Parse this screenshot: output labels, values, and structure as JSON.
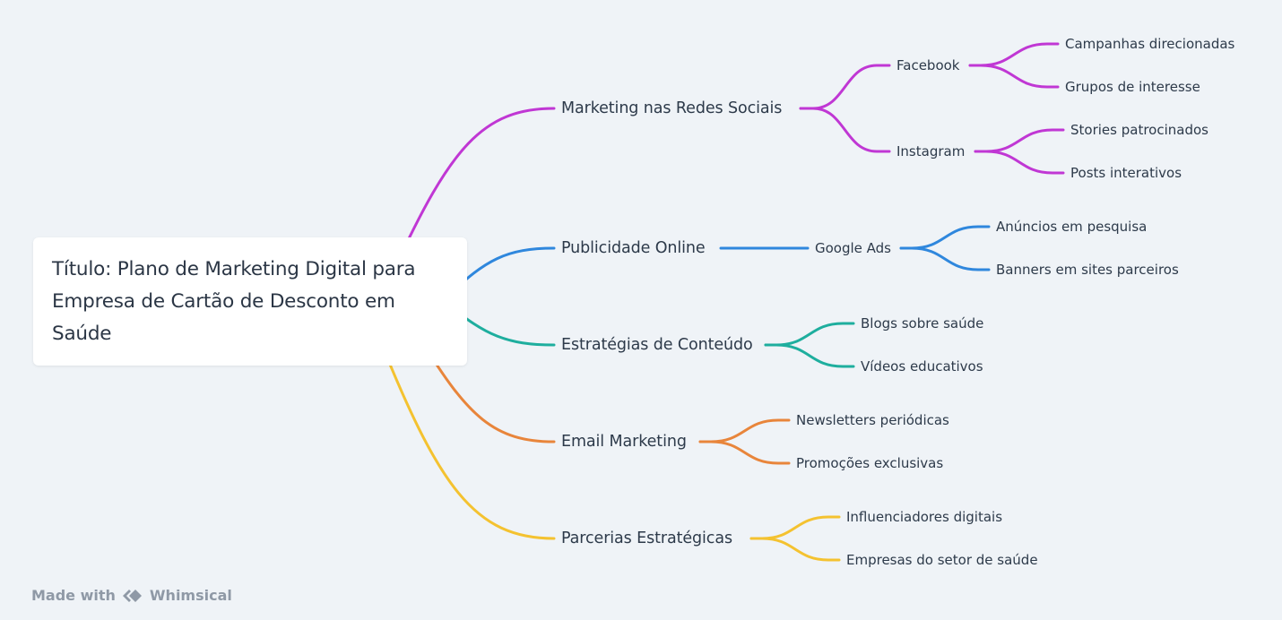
{
  "root": {
    "title": "Título: Plano de Marketing Digital para Empresa de Cartão de Desconto em Saúde"
  },
  "colors": {
    "social": "#c037d4",
    "online": "#2f87dd",
    "content": "#1eae9e",
    "email": "#e8853b",
    "partners": "#f4c230"
  },
  "branches": {
    "social": {
      "label": "Marketing nas Redes Sociais",
      "facebook": {
        "label": "Facebook",
        "items": [
          "Campanhas direcionadas",
          "Grupos de interesse"
        ]
      },
      "instagram": {
        "label": "Instagram",
        "items": [
          "Stories patrocinados",
          "Posts interativos"
        ]
      }
    },
    "online": {
      "label": "Publicidade Online",
      "google": {
        "label": "Google Ads",
        "items": [
          "Anúncios em pesquisa",
          "Banners em sites parceiros"
        ]
      }
    },
    "content": {
      "label": "Estratégias de Conteúdo",
      "items": [
        "Blogs sobre saúde",
        "Vídeos educativos"
      ]
    },
    "email": {
      "label": "Email Marketing",
      "items": [
        "Newsletters periódicas",
        "Promoções exclusivas"
      ]
    },
    "partners": {
      "label": "Parcerias Estratégicas",
      "items": [
        "Influenciadores digitais",
        "Empresas do setor de saúde"
      ]
    }
  },
  "watermark": {
    "prefix": "Made with",
    "brand": "Whimsical"
  }
}
